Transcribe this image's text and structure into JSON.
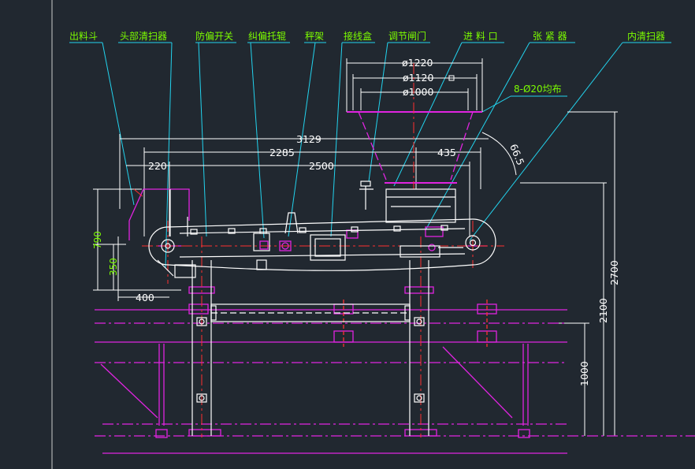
{
  "drawing": {
    "background": "#212830",
    "colors": {
      "cyan": "#22D3EE",
      "white": "#FFFFFF",
      "magenta": "#E024E0",
      "green": "#7CFC00",
      "red": "#FF3030"
    }
  },
  "callouts": [
    {
      "id": "discharge-chute",
      "text": "出料斗"
    },
    {
      "id": "head-scraper",
      "text": "头部清扫器"
    },
    {
      "id": "deviation-switch",
      "text": "防偏开关"
    },
    {
      "id": "training-idler",
      "text": "纠偏托辊"
    },
    {
      "id": "scale-frame",
      "text": "秤架"
    },
    {
      "id": "junction-box",
      "text": "接线盒"
    },
    {
      "id": "regulating-gate",
      "text": "调节闸门"
    },
    {
      "id": "feed-inlet",
      "text": "进 料 口"
    },
    {
      "id": "tensioner",
      "text": "张 紧 器"
    },
    {
      "id": "inner-scraper",
      "text": "内清扫器"
    }
  ],
  "dimensions": {
    "d1220": "ø1220",
    "d1120": "ø1120",
    "d1000": "ø1000",
    "holes": "8-Ø20均布",
    "angle": "66.5",
    "overall": "3129",
    "span_2285": "2285",
    "offset_435": "435",
    "offset_220": "220",
    "span_2500": "2500",
    "height_790": "790",
    "height_350": "350",
    "width_400": "400",
    "height_2700": "2700",
    "height_2100": "2100",
    "height_1000": "1000"
  }
}
